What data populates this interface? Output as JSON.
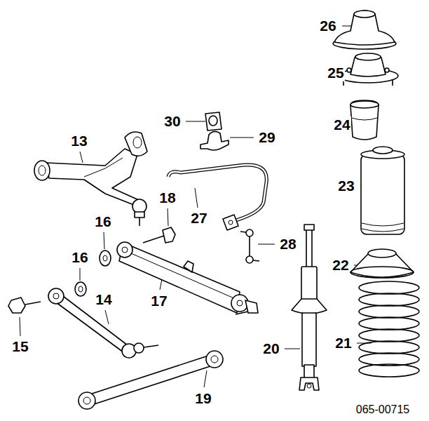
{
  "diagram": {
    "labels": [
      "26",
      "30",
      "13",
      "29",
      "25",
      "24",
      "23",
      "18",
      "27",
      "16",
      "28",
      "16",
      "22",
      "14",
      "17",
      "20",
      "21",
      "15",
      "19",
      "065-00715"
    ]
  }
}
